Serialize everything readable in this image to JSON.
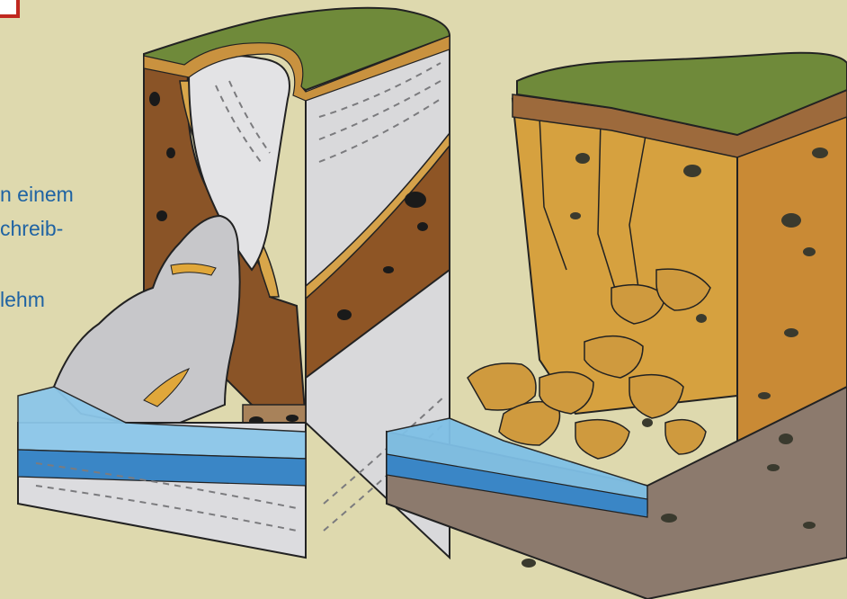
{
  "caption": {
    "lines": [
      "n einem",
      "chreib-",
      "lehm"
    ]
  },
  "colors": {
    "background": "#ded9ae",
    "caption_text": "#1f63a3",
    "chalk": "#d8d9da",
    "clay_brown": "#8a5427",
    "loess_ochre": "#d6a13f",
    "grass": "#6f8a3a",
    "water": "#5aa7da",
    "bedrock": "#8c7a6d",
    "badge_red": "#c0281f"
  },
  "icons": {
    "corner_badge": "red-square-badge"
  }
}
